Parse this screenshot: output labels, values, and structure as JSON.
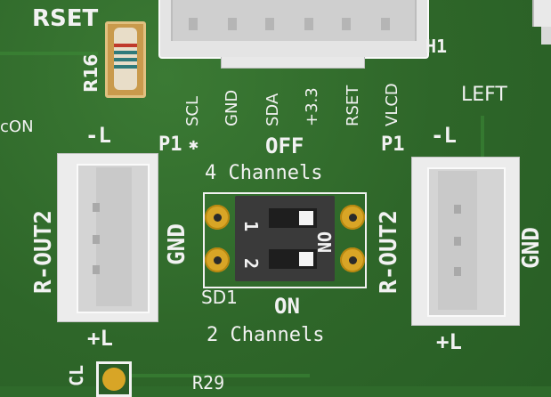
{
  "silkscreen": {
    "rset_top": "RSET",
    "r16": "R16",
    "con": "cON",
    "h1": "H1",
    "pin_labels": [
      "SCL",
      "GND",
      "SDA",
      "+3.3",
      "RSET",
      "VLCD"
    ],
    "left": "LEFT",
    "minus_l_left": "-L",
    "minus_l_right": "-L",
    "p1_left": "P1",
    "p1_right": "P1",
    "off": "OFF",
    "four_channels": "4 Channels",
    "two_channels": "2 Channels",
    "sw_num_1": "1",
    "sw_num_2": "2",
    "sw_on_rot": "ON",
    "sd1": "SD1",
    "on_below": "ON",
    "rout2_left": "R-OUT2",
    "rout2_right": "R-OUT2",
    "gnd_left": "GND",
    "gnd_right": "GND",
    "plus_l_left": "+L",
    "plus_l_right": "+L",
    "cl": "CL",
    "r29": "R29"
  },
  "colors": {
    "board": "#2f6a2b",
    "silkscreen": "#f2f2f2",
    "pad": "#d8a526",
    "switch_body": "#3a3a3a"
  }
}
